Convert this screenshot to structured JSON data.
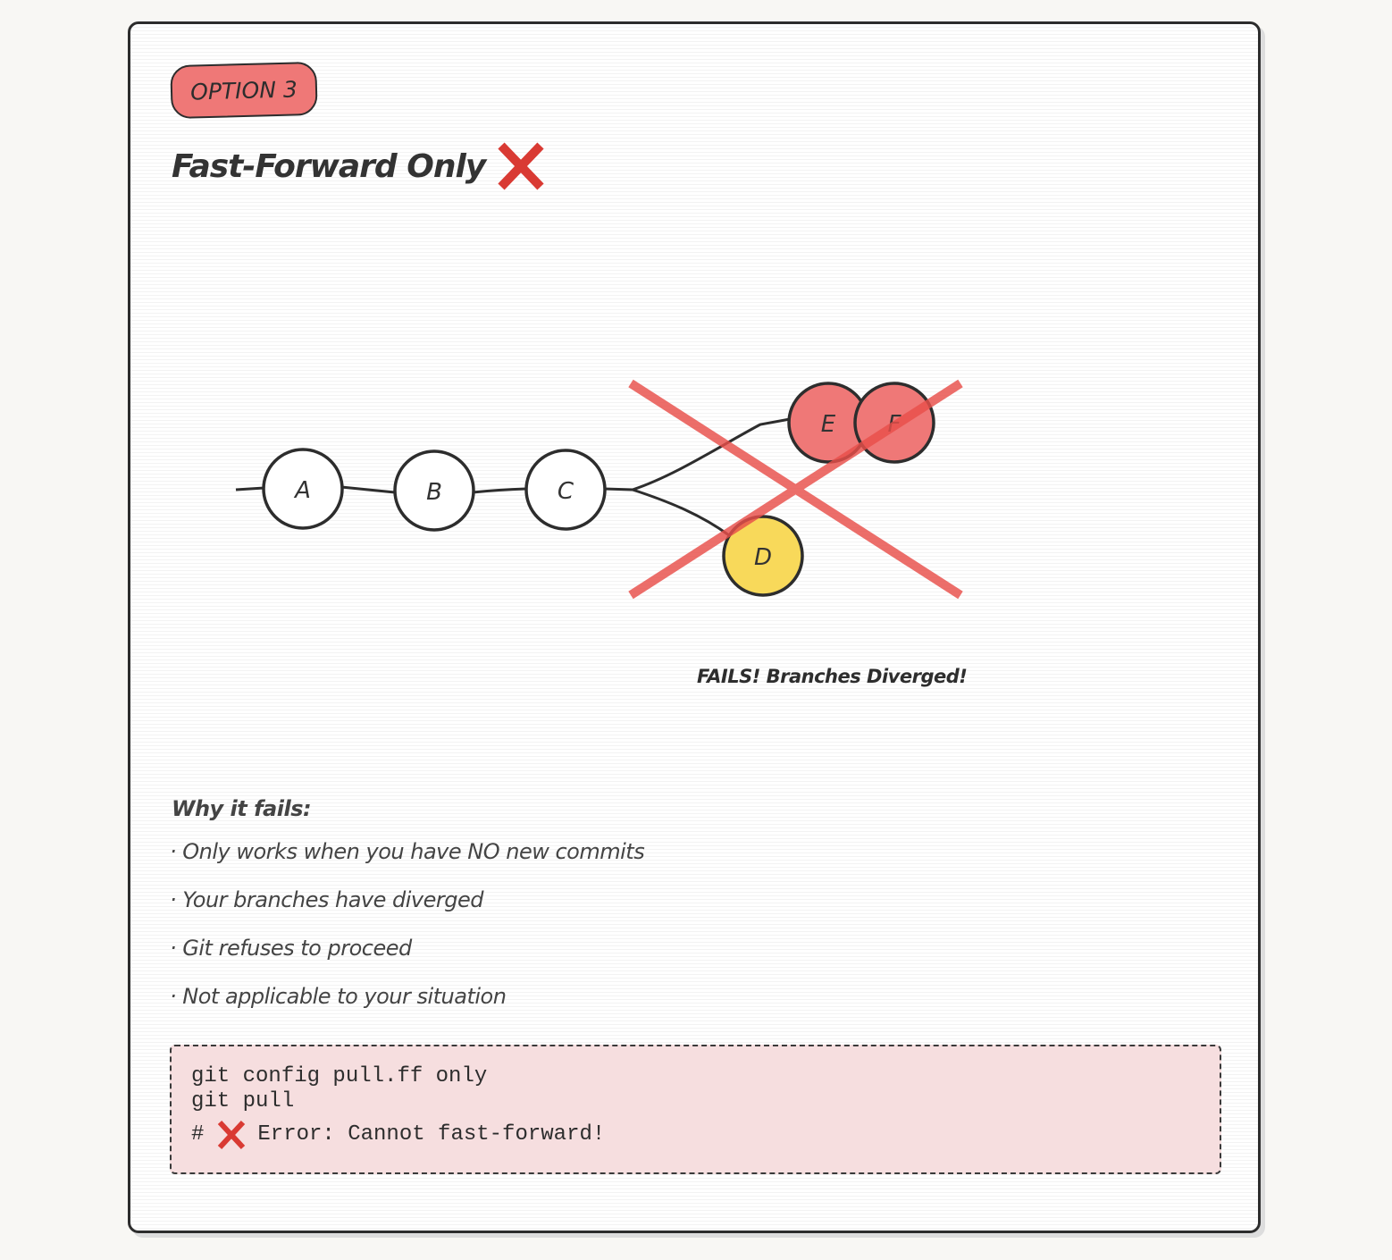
{
  "option": {
    "badge_label": "OPTION 3",
    "title": "Fast-Forward Only",
    "title_icon": "cross-mark-icon"
  },
  "diagram": {
    "commits": {
      "a": "A",
      "b": "B",
      "c": "C",
      "d": "D",
      "e": "E",
      "f": "F"
    },
    "fail_label": "FAILS! Branches Diverged!"
  },
  "why": {
    "heading": "Why it fails:",
    "reasons": [
      "Only works when you have NO new commits",
      "Your branches have diverged",
      "Git refuses to proceed",
      "Not applicable to your situation"
    ]
  },
  "code": {
    "line1": "git config pull.ff only",
    "line2": "git pull",
    "comment_prefix": "#",
    "error_text": "Error: Cannot fast-forward!"
  },
  "colors": {
    "badge": "#ef7877",
    "remote_commit": "#ef7877",
    "local_commit": "#f8d95a",
    "cross": "#e94f4a",
    "code_background": "#f6dedf"
  }
}
